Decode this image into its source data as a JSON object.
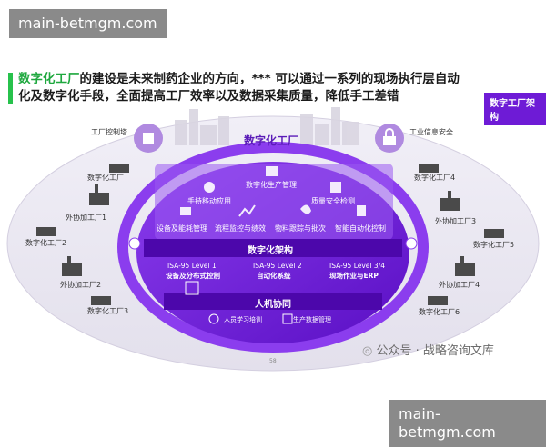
{
  "watermark": {
    "top": "main-betmgm.com",
    "bottom": "main-betmgm.com"
  },
  "headline": {
    "highlight": "数字化工厂",
    "line1_rest": "的建设是未来制药企业的方向，*** 可以通过一系列的现场执行层自动",
    "line2": "化及数字化手段，全面提高工厂效率以及数据采集质量，降低手工差错"
  },
  "tag": "数字工厂架构",
  "ring_title": "数字化工厂",
  "left_top_label": "工厂控制塔",
  "right_top_label": "工业信息安全",
  "left_factories": [
    "数字化工厂",
    "外协加工厂1",
    "数字化工厂2",
    "外协加工厂2",
    "数字化工厂3"
  ],
  "right_factories": [
    "数字化工厂4",
    "外协加工厂3",
    "数字化工厂5",
    "外协加工厂4",
    "数字化工厂6"
  ],
  "apps": {
    "production_mgmt": "数字化生产管理",
    "mobile": "手持移动应用",
    "quality": "质量安全检测",
    "equipment": "设备及能耗管理",
    "process": "流程监控与绩效",
    "material": "物料跟踪与批次",
    "automation": "智能自动化控制"
  },
  "arch_title": "数字化架构",
  "isa": [
    {
      "title": "ISA-95 Level 1",
      "sub": "设备及分布式控制"
    },
    {
      "title": "ISA-95 Level 2",
      "sub": "自动化系统"
    },
    {
      "title": "ISA-95 Level 3/4",
      "sub": "现场作业与ERP"
    }
  ],
  "collab_title": "人机协同",
  "collab_items": [
    "人员学习培训",
    "生产数据管理"
  ],
  "page_number": "58",
  "wechat_label": "公众号 · 战略咨询文库",
  "colors": {
    "purple": "#6e1bd6",
    "green": "#27c24c"
  }
}
